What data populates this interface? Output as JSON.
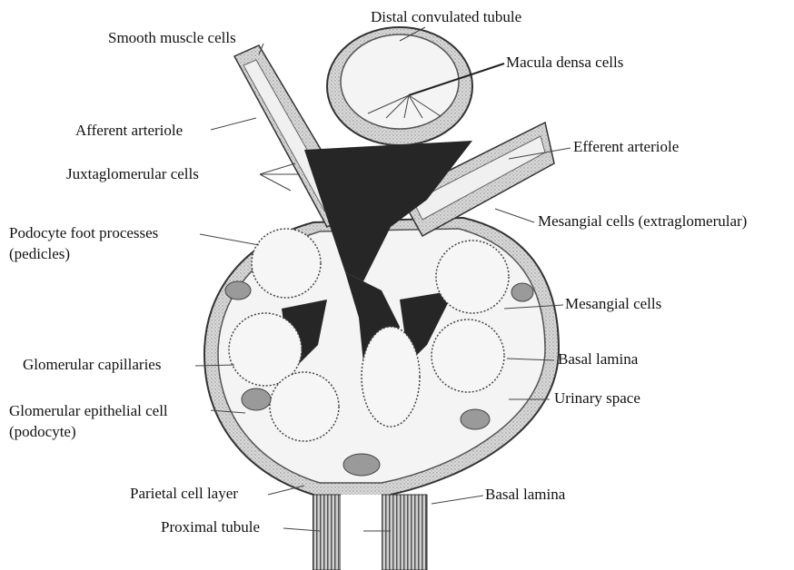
{
  "labels": {
    "distal_convoluted_tubule": "Distal convulated tubule",
    "smooth_muscle_cells": "Smooth muscle cells",
    "macula_densa_cells": "Macula densa cells",
    "afferent_arteriole": "Afferent arteriole",
    "efferent_arteriole": "Efferent arteriole",
    "juxtaglomerular_cells": "Juxtaglomerular cells",
    "podocyte_foot_processes_line1": "Podocyte foot processes",
    "podocyte_foot_processes_line2": "(pedicles)",
    "mesangial_cells_extraglomerular": "Mesangial cells (extraglomerular)",
    "mesangial_cells": "Mesangial cells",
    "glomerular_capillaries": "Glomerular capillaries",
    "basal_lamina_right": "Basal lamina",
    "glomerular_epithelial_cell_line1": "Glomerular epithelial cell",
    "glomerular_epithelial_cell_line2": "(podocyte)",
    "urinary_space": "Urinary space",
    "parietal_cell_layer": "Parietal cell layer",
    "basal_lamina_bottom": "Basal lamina",
    "proximal_tubule": "Proximal tubule"
  },
  "colors": {
    "tissue_fill": "#d4d4d4",
    "tissue_dark": "#8c8c8c",
    "mesangial_dark": "#262626",
    "lumen": "#f2f2f2",
    "outline": "#333333"
  }
}
